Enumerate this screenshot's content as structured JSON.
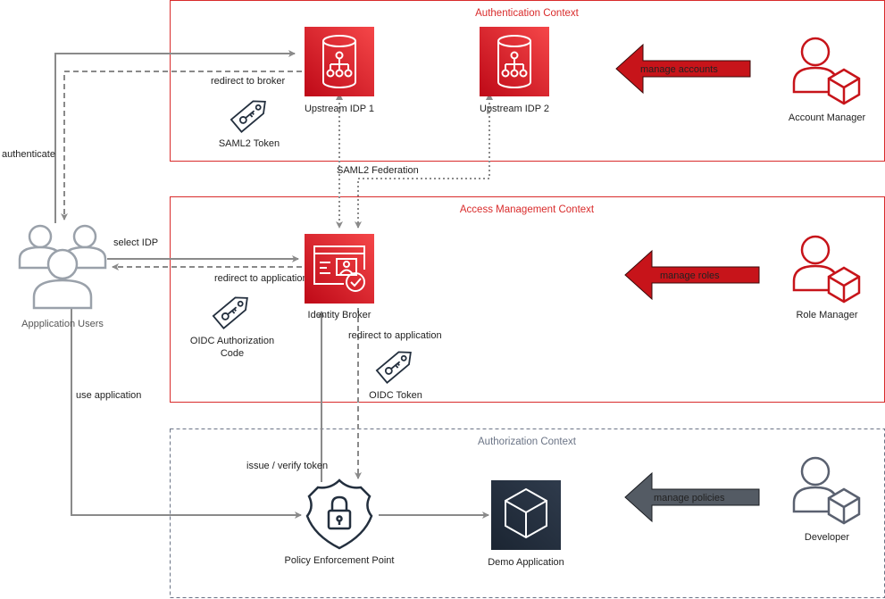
{
  "contexts": {
    "authentication": {
      "title": "Authentication Context",
      "color": "#D92B2B"
    },
    "access": {
      "title": "Access Management Context",
      "color": "#D92B2B"
    },
    "authorization": {
      "title": "Authorization Context",
      "color": "#6B7486"
    }
  },
  "nodes": {
    "idp1": {
      "label": "Upstream IDP 1"
    },
    "idp2": {
      "label": "Upstream IDP 2"
    },
    "broker": {
      "label": "Identity Broker"
    },
    "pep": {
      "label": "Policy Enforcement Point"
    },
    "demo_app": {
      "label": "Demo Application"
    },
    "users": {
      "label": "Appplication Users"
    },
    "account_manager": {
      "label": "Account Manager"
    },
    "role_manager": {
      "label": "Role Manager"
    },
    "developer": {
      "label": "Developer"
    }
  },
  "tokens": {
    "saml2": {
      "label": "SAML2 Token"
    },
    "oidc_code": {
      "line1": "OIDC Authorization",
      "line2": "Code"
    },
    "oidc_token": {
      "label": "OIDC Token"
    }
  },
  "actions": {
    "manage_accounts": {
      "label": "manage accounts",
      "color": "#C7141A"
    },
    "manage_roles": {
      "label": "manage roles",
      "color": "#C7141A"
    },
    "manage_policies": {
      "label": "manage policies",
      "color": "#545B64"
    }
  },
  "edges": {
    "authenticate": "authenticate",
    "redirect_to_broker": "redirect to broker",
    "saml2_federation": "SAML2 Federation",
    "select_idp": "select IDP",
    "redirect_to_application_1": "redirect to application",
    "redirect_to_application_2": "redirect to application",
    "use_application": "use application",
    "issue_verify_token": "issue / verify token"
  },
  "colors": {
    "aws_red": "#DD344C",
    "aws_red_dark": "#BE0917",
    "person_red": "#C7141A",
    "person_gray": "#5A6170",
    "users_gray": "#9AA1AA",
    "edge_gray": "#8A8A8A",
    "dark_box": "#232F3E"
  }
}
